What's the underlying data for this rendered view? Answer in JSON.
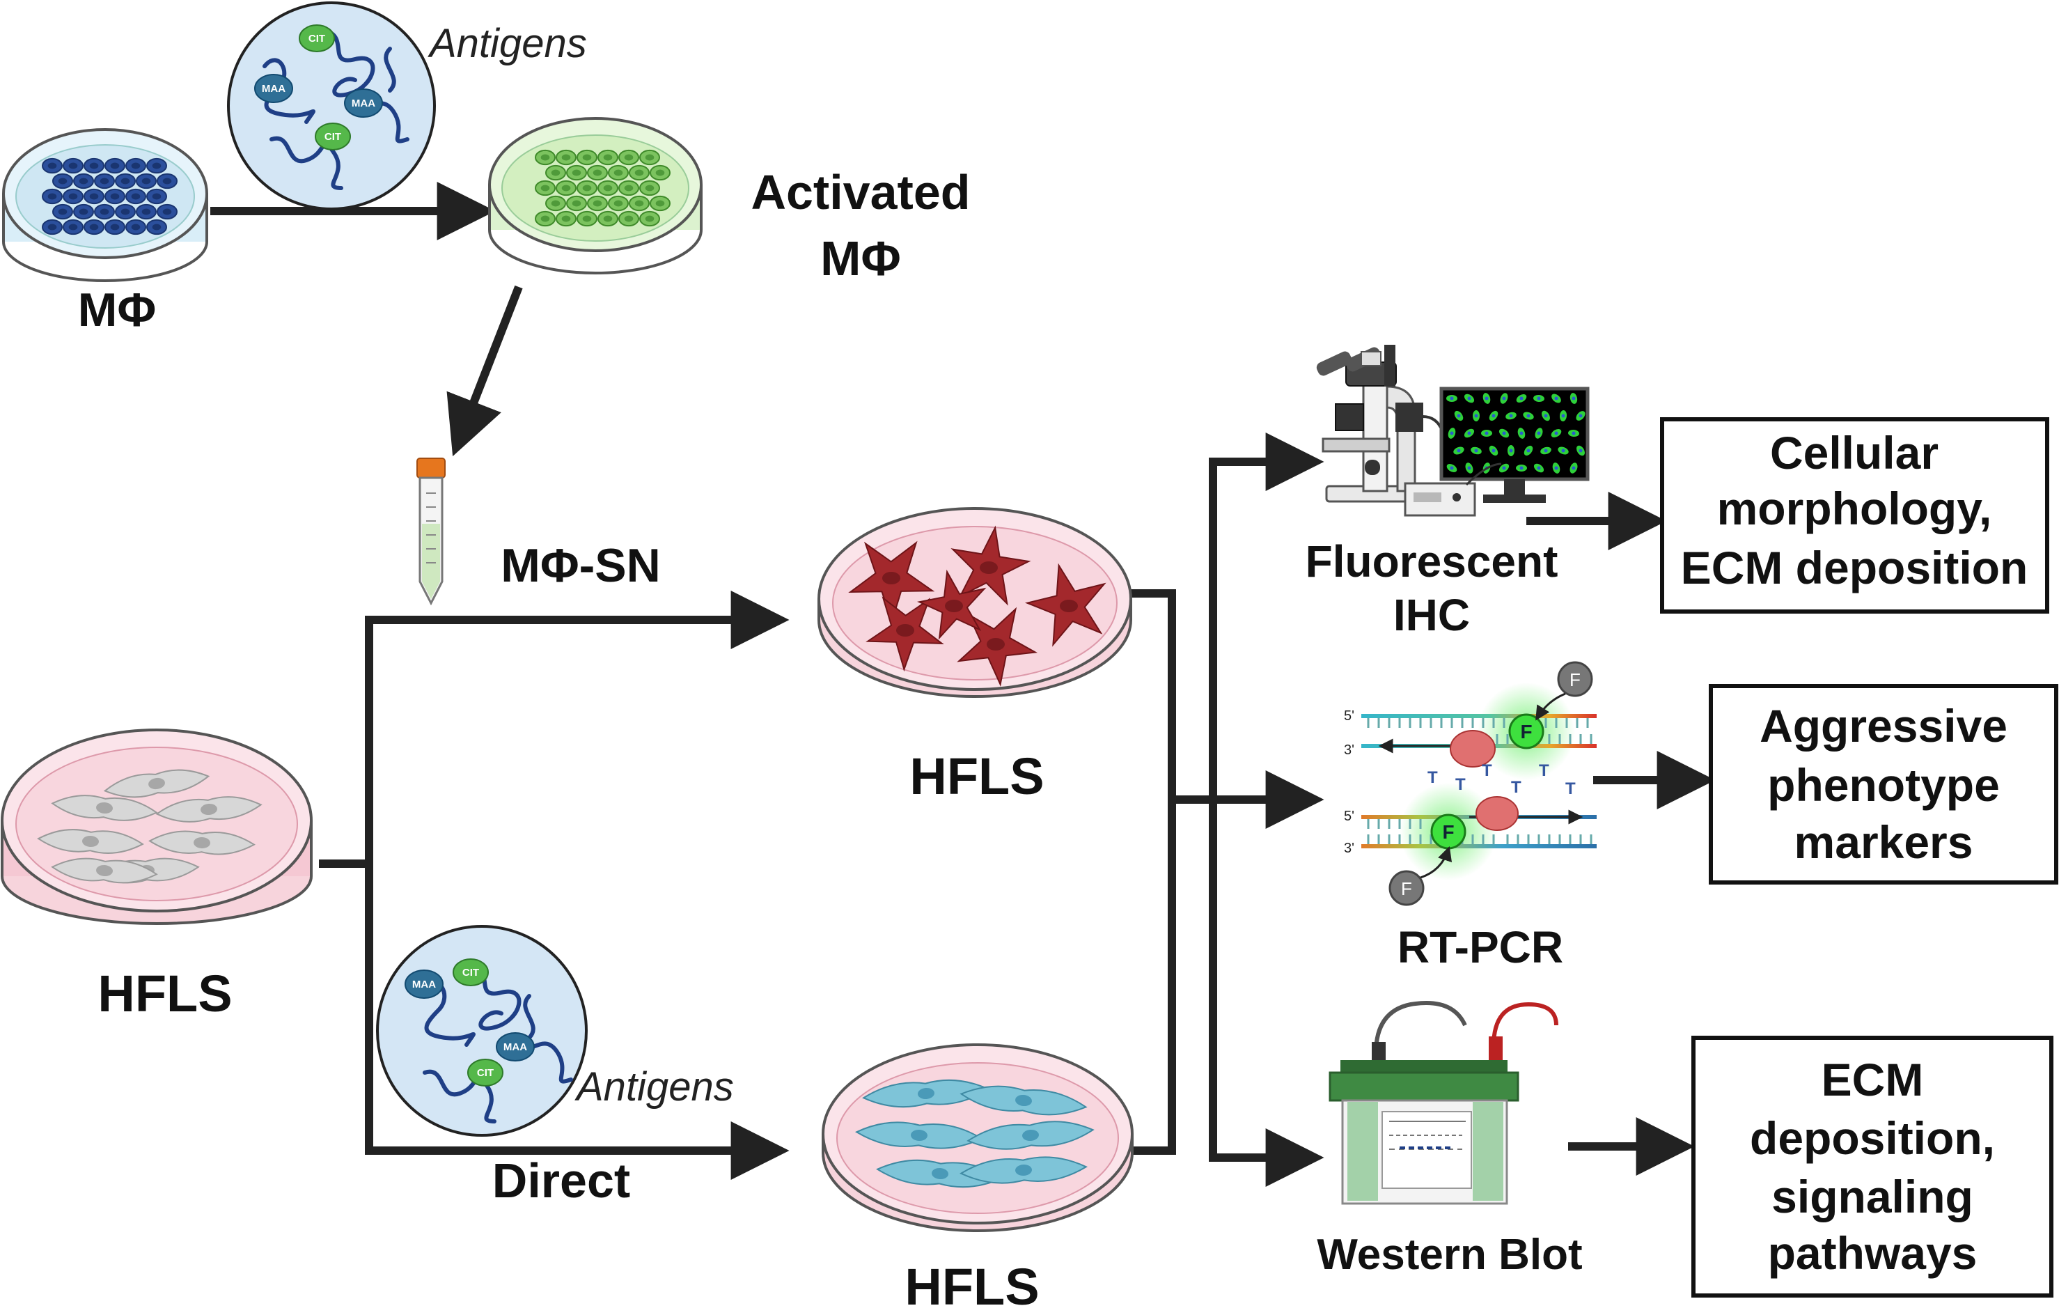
{
  "labels": {
    "macrophage": "MΦ",
    "activated": [
      "Activated",
      "MΦ"
    ],
    "antigens_top": "Antigens",
    "antigens_bottom": "Antigens",
    "supernatant": "MΦ-SN",
    "hfls_left": "HFLS",
    "hfls_top": "HFLS",
    "hfls_bottom": "HFLS",
    "direct": "Direct",
    "ihc": [
      "Fluorescent",
      "IHC"
    ],
    "rtpcr": "RT-PCR",
    "western": "Western Blot",
    "primer_5": "5'",
    "primer_3": "3'",
    "fluor": "F",
    "maa": "MAA",
    "cit": "CIT"
  },
  "outcomes": [
    {
      "lines": [
        "Cellular",
        "morphology,",
        "ECM deposition"
      ]
    },
    {
      "lines": [
        "Aggressive",
        "phenotype",
        "markers"
      ]
    },
    {
      "lines": [
        "ECM",
        "deposition,",
        "signaling",
        "pathways"
      ]
    }
  ],
  "colors": {
    "arrow": "#222222",
    "macrophage_cells": "#2b4f9c",
    "activated_cells": "#7cc35f",
    "fibroblast_red": "#a3282c",
    "fibroblast_blue": "#7ec4d8",
    "resting_cells": "#d4d4d4",
    "pink_dish": "#f7d4dc",
    "fluor_green": "#3ee03e",
    "gel_box_green": "#3f8a43"
  }
}
